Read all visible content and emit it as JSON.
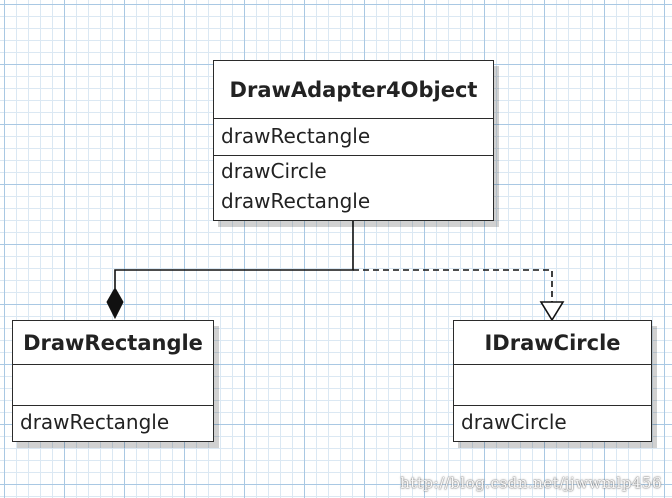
{
  "classes": {
    "adapter": {
      "name": "DrawAdapter4Object",
      "attributes": [
        "drawRectangle"
      ],
      "operations": [
        "drawCircle",
        "drawRectangle"
      ]
    },
    "rectangle": {
      "name": "DrawRectangle",
      "attributes": [],
      "operations": [
        "drawRectangle"
      ]
    },
    "circle": {
      "name": "IDrawCircle",
      "attributes": [],
      "operations": [
        "drawCircle"
      ]
    }
  },
  "relations": [
    {
      "from": "adapter",
      "to": "rectangle",
      "type": "composition"
    },
    {
      "from": "adapter",
      "to": "circle",
      "type": "realization"
    }
  ],
  "watermark": "http://blog.csdn.net/jjwwmlp456",
  "colors": {
    "line": "#111111",
    "grid_major": "#a9c8e3",
    "grid_minor": "#dbe8f3"
  }
}
